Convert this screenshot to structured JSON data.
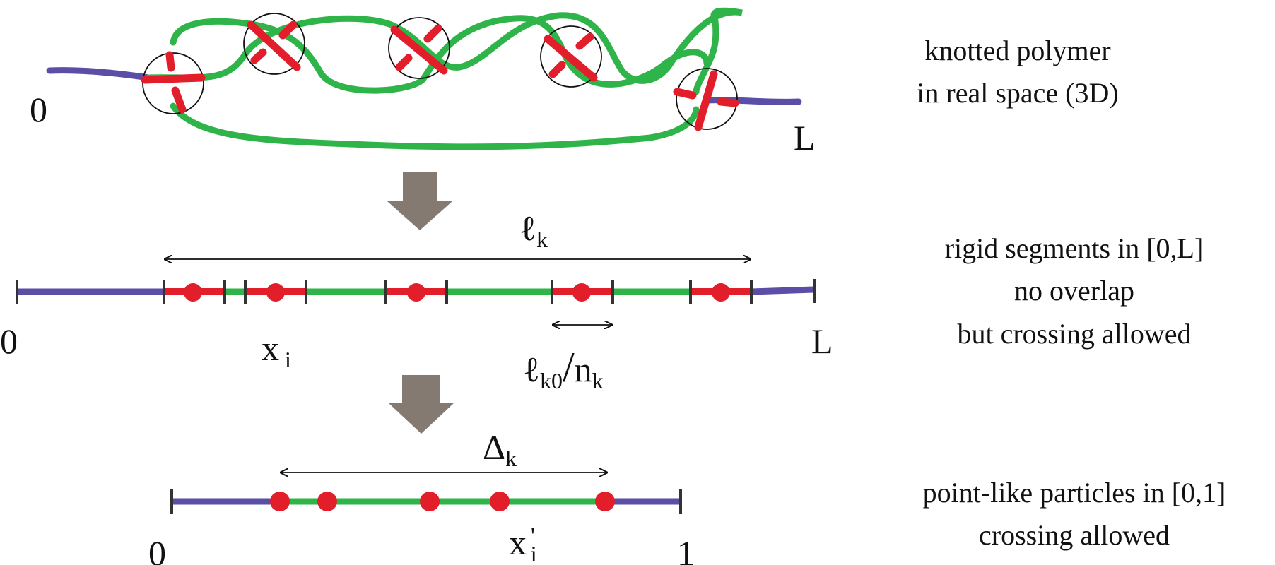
{
  "colors": {
    "purple": "#5b4ea6",
    "green": "#2fb44a",
    "red": "#e21e2a",
    "arrow": "#857a72",
    "ink": "#111111"
  },
  "panel_real_space": {
    "caption_line1": "knotted polymer",
    "caption_line2": "in real space (3D)",
    "label_start": "0",
    "label_end": "L",
    "crossing_count": 5
  },
  "panel_segments": {
    "caption_line1": "rigid segments in [0,L]",
    "caption_line2": "no overlap",
    "caption_line3": "but crossing allowed",
    "label_start": "0",
    "label_end": "L",
    "span_symbol": "ℓ",
    "span_sub": "k",
    "pos_symbol": "x",
    "pos_sub": "i",
    "seg_symbol": "ℓ",
    "seg_sub": "k0",
    "seg_slash": "/",
    "seg_n": "n",
    "seg_n_sub": "k"
  },
  "panel_points": {
    "caption_line1": "point-like particles in [0,1]",
    "caption_line2": "crossing allowed",
    "label_start": "0",
    "label_end": "1",
    "span_symbol": "Δ",
    "span_sub": "k",
    "pos_symbol": "x",
    "pos_prime": "'",
    "pos_sub": "i"
  }
}
